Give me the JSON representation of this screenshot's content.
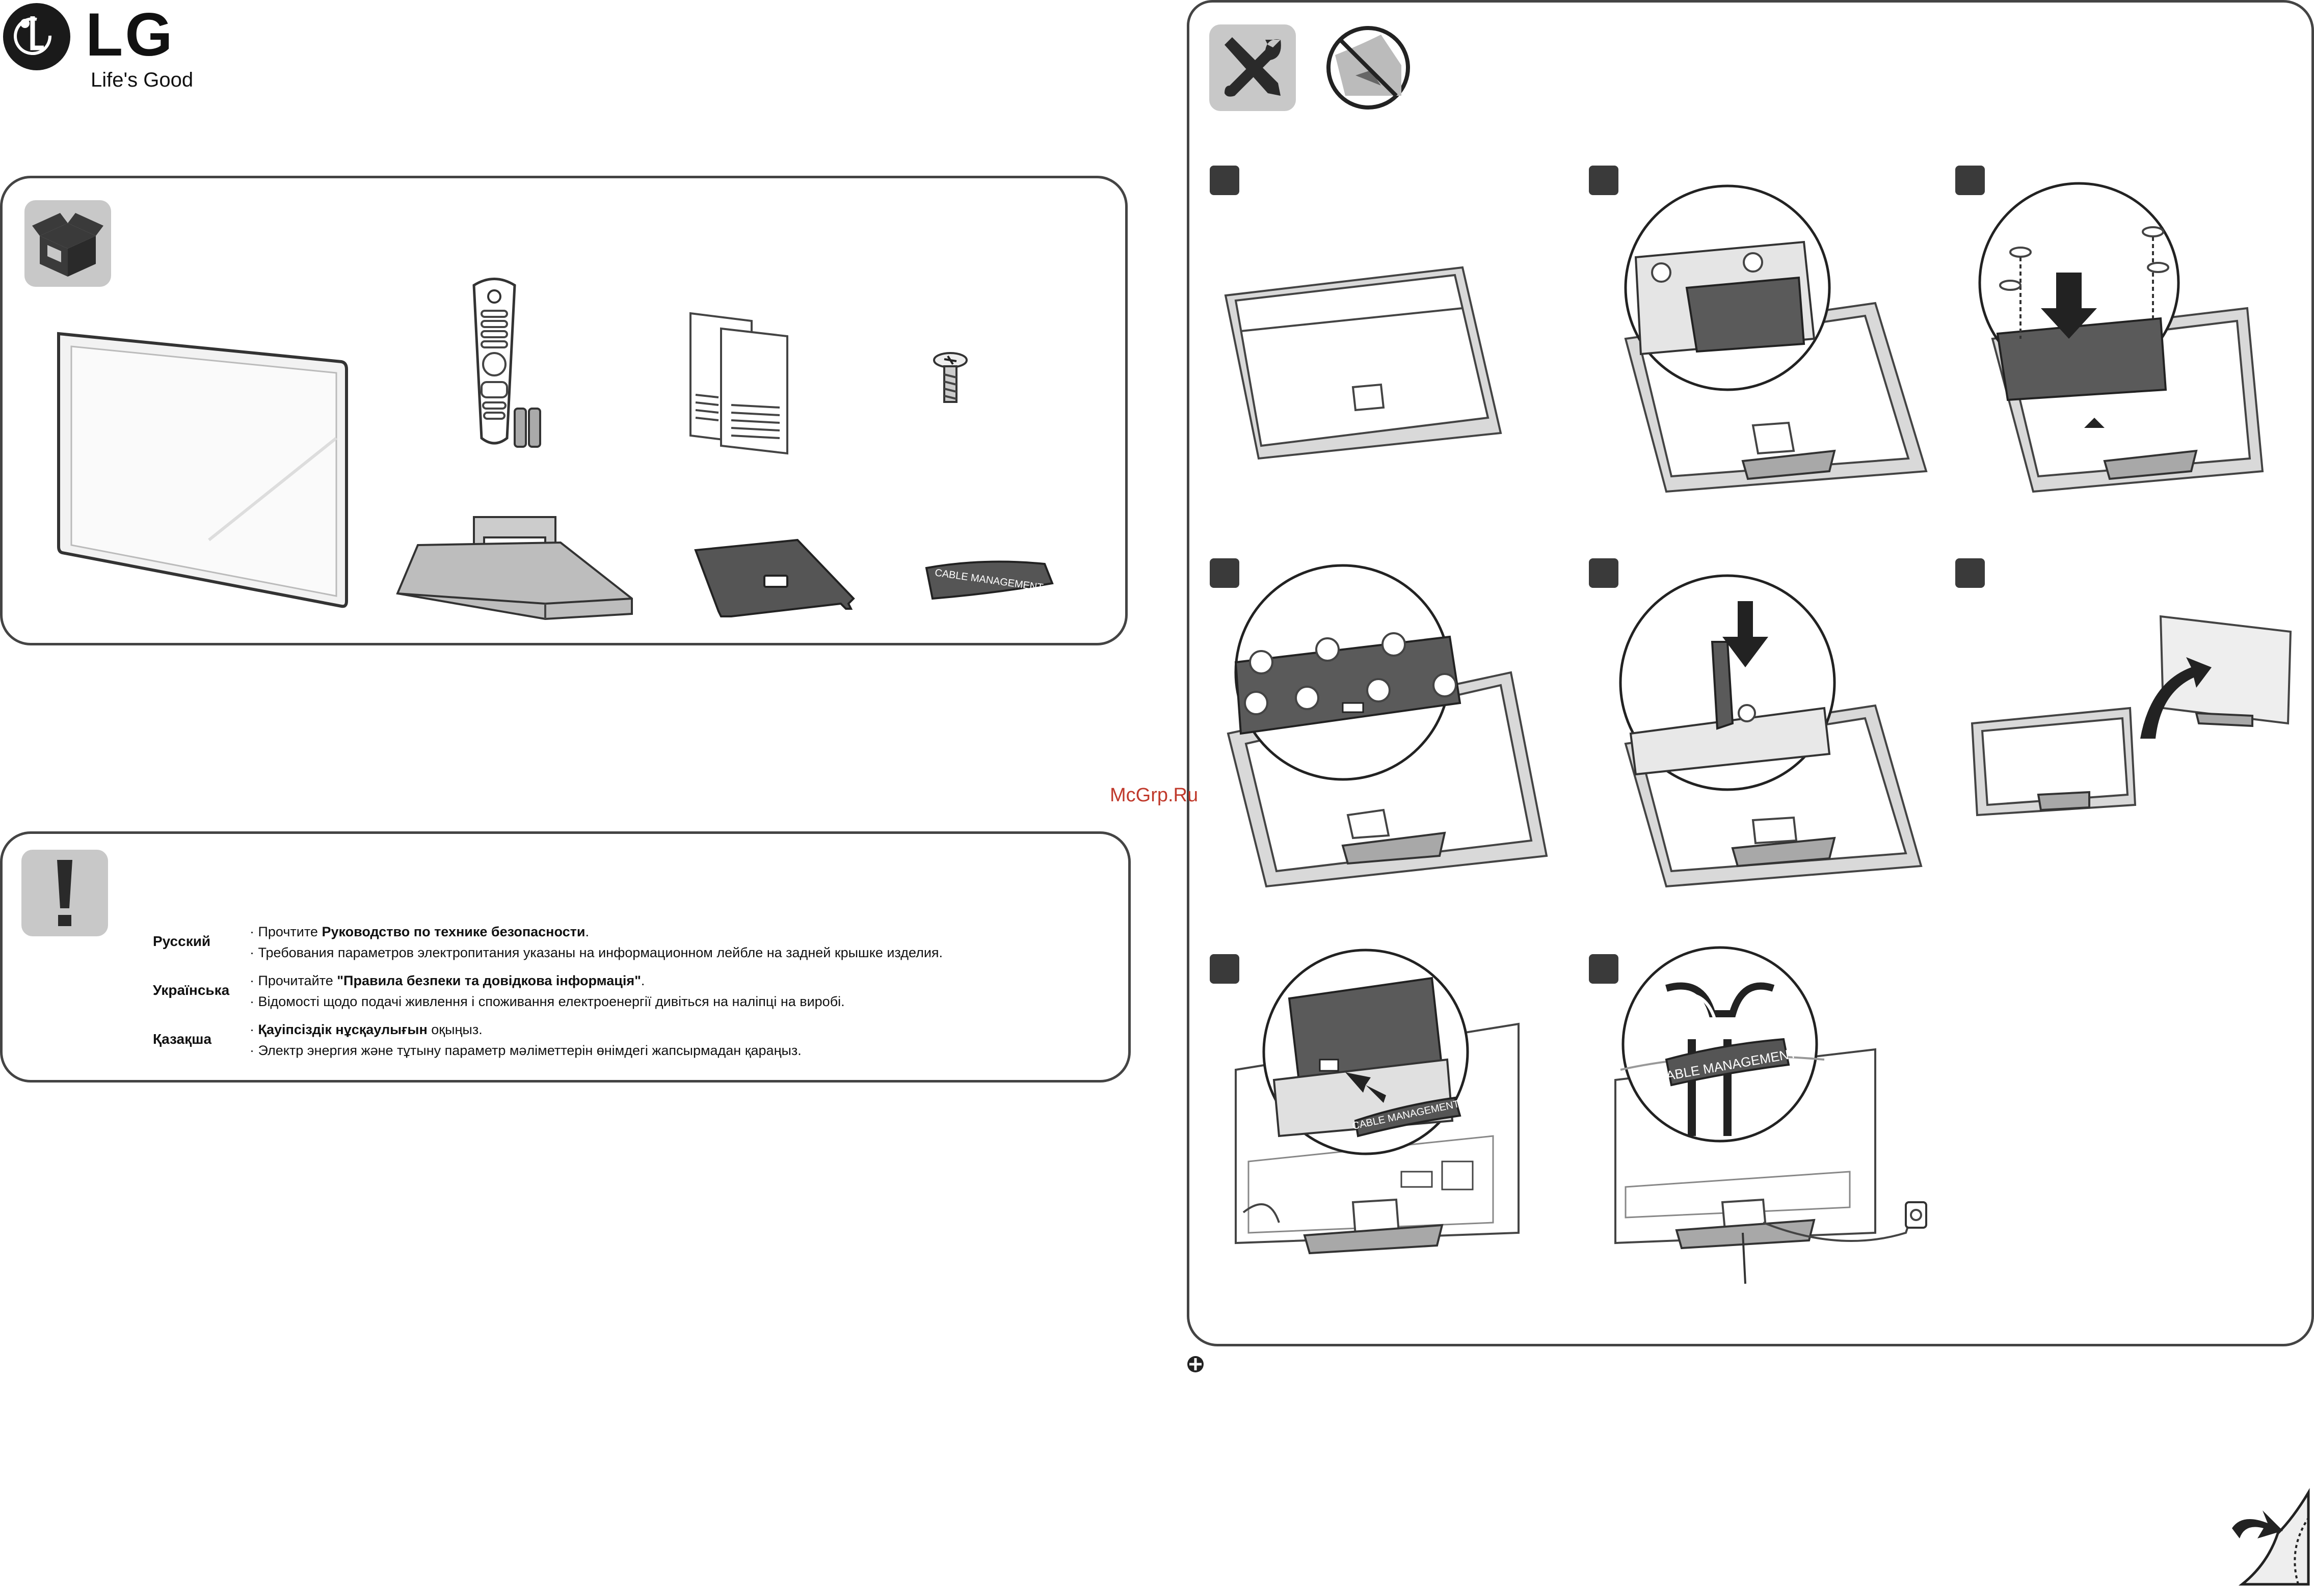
{
  "brand": {
    "logo_text": "LG",
    "slogan": "Life's Good"
  },
  "safety": {
    "rows": [
      {
        "language": "Русский",
        "line1_prefix": "Прочтите ",
        "line1_bold": "Руководство по технике безопасности",
        "line1_suffix": ".",
        "line2": "Требования параметров электропитания указаны на информационном лейбле на задней крышке изделия."
      },
      {
        "language": "Українська",
        "line1_prefix": "Прочитайте ",
        "line1_bold": "\"Правила безпеки та довідкова інформація\"",
        "line1_suffix": ".",
        "line2": "Відомості щодо подачі живлення і споживання електроенергії дивіться на наліпці на виробі."
      },
      {
        "language": "Қазақша",
        "line1_prefix": "",
        "line1_bold": "Қауіпсіздік нұсқаулығын",
        "line1_suffix": " оқыңыз.",
        "line2": "Электр энергия және тұтыну параметр мәліметтерін өнімдегі жапсырмадан қараңыз."
      }
    ]
  },
  "parts": {
    "cable_cover_label": "CABLE MANAGEMENT"
  },
  "steps": {
    "cable_management_label": "CABLE MANAGEMENT"
  },
  "watermark": "McGrp.Ru",
  "icons": {
    "box": "box-icon",
    "tools": "tools-icon",
    "no_surface": "no-rough-surface-icon",
    "warning": "exclamation-icon",
    "page_turn": "page-turn-icon",
    "register_mark": "registration-mark-icon"
  }
}
